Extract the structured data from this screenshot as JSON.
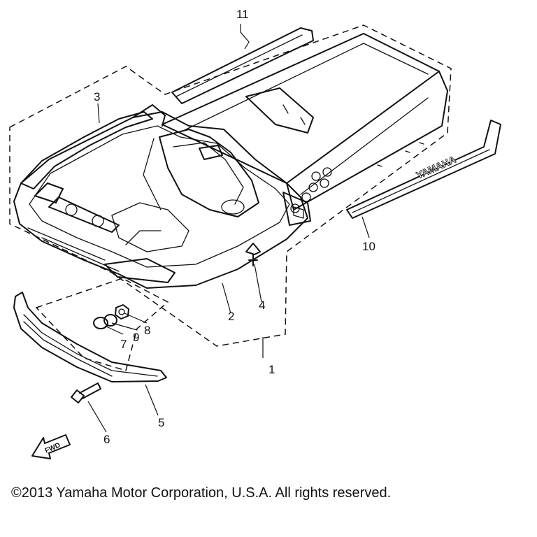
{
  "diagram": {
    "callouts": [
      {
        "id": "1",
        "label": "1"
      },
      {
        "id": "2",
        "label": "2"
      },
      {
        "id": "3",
        "label": "3"
      },
      {
        "id": "4",
        "label": "4"
      },
      {
        "id": "5",
        "label": "5"
      },
      {
        "id": "6",
        "label": "6"
      },
      {
        "id": "7",
        "label": "7"
      },
      {
        "id": "8",
        "label": "8"
      },
      {
        "id": "9",
        "label": "9"
      },
      {
        "id": "10",
        "label": "10"
      },
      {
        "id": "11",
        "label": "11"
      }
    ],
    "decal_text": "YAMAHA",
    "direction_arrow_text": "FWD"
  },
  "footer": {
    "copyright": "©2013 Yamaha Motor Corporation, U.S.A. All rights reserved."
  }
}
